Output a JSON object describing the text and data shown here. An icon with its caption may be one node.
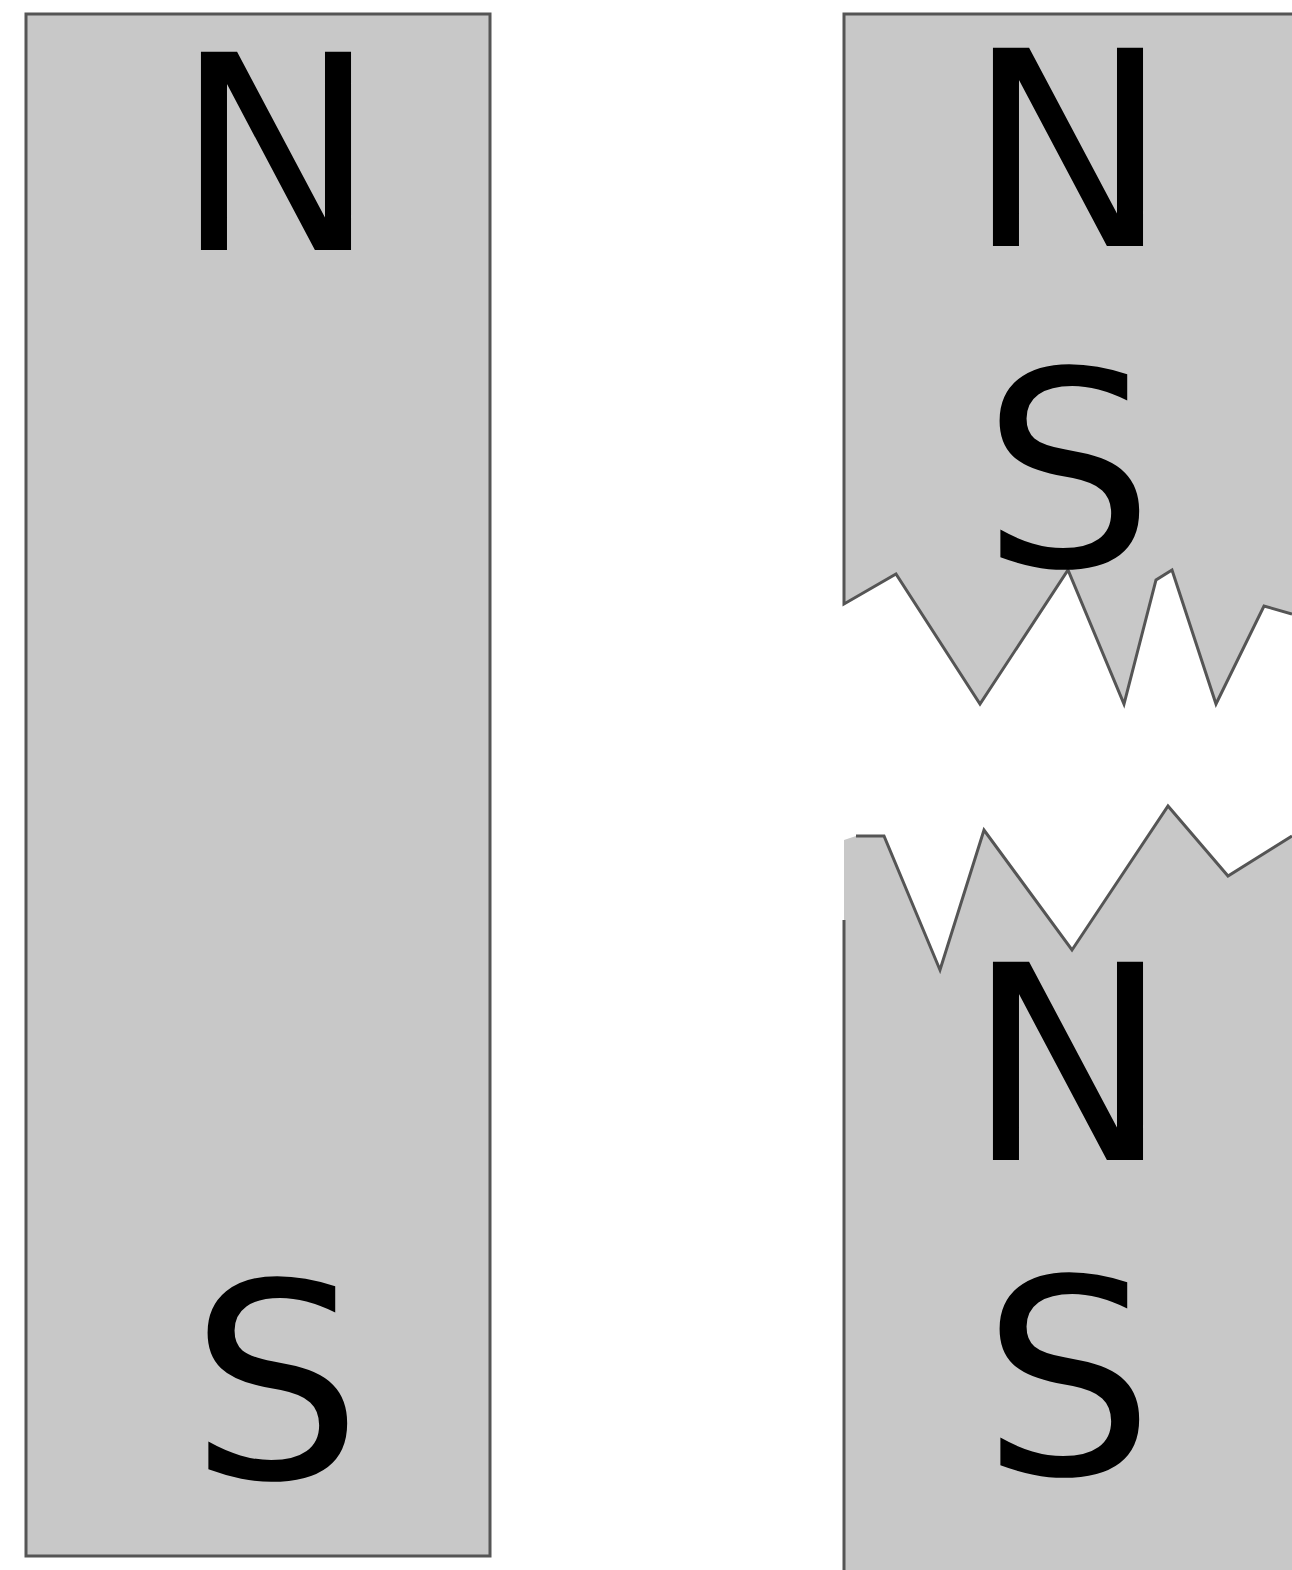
{
  "diagram": {
    "nodes": [
      {
        "text": [
          "N",
          "S"
        ]
      },
      {
        "text": [
          "N",
          "S"
        ]
      },
      {
        "text": [
          "N",
          "S"
        ]
      }
    ]
  }
}
